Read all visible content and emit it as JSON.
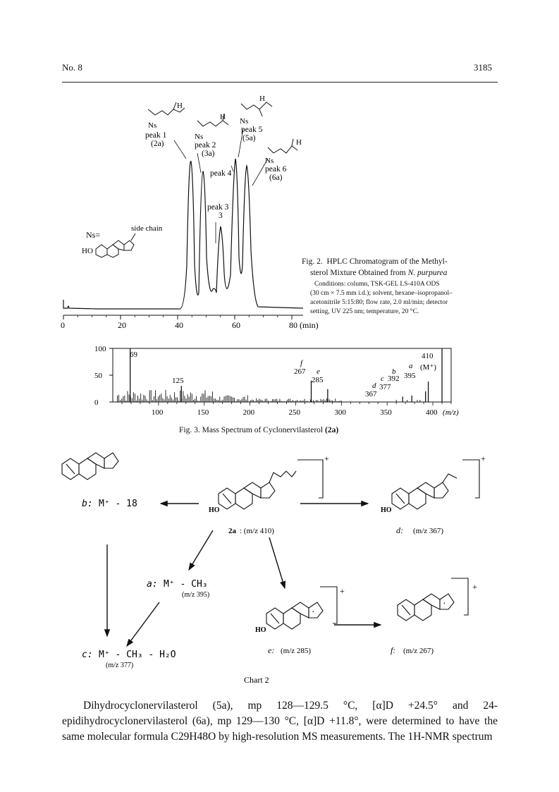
{
  "header": {
    "left": "No. 8",
    "right": "3185"
  },
  "fig2": {
    "caption_label": "Fig. 2.",
    "caption_title_1": "HPLC Chromatogram of the Methyl-",
    "caption_title_2": "sterol Mixture Obtained from",
    "caption_species": "N. purpurea",
    "conditions": [
      "Conditions: column, TSK-GEL LS-410A ODS",
      "(30 cm × 7.5 mm i.d.); solvent, hexane–isopropanol–",
      "acetonitrile 5:15:80; flow rate, 2.0 ml/min; detector",
      "setting, UV 225 nm; temperature, 20 °C."
    ],
    "axis_ticks": [
      "0",
      "20",
      "40",
      "60",
      "80 (min)"
    ],
    "peak_labels": [
      {
        "line1": "peak 1",
        "line2": "(2a)"
      },
      {
        "line1": "peak 2",
        "line2": "(3a)"
      },
      {
        "line1": "peak 3",
        "line2": ""
      },
      {
        "line1": "peak 4",
        "line2": ""
      },
      {
        "line1": "peak 5",
        "line2": "(5a)"
      },
      {
        "line1": "peak 6",
        "line2": "(6a)"
      }
    ],
    "ns_label": "Ns",
    "ns_def": "Ns=",
    "side_chain": "side chain",
    "ho": "HO",
    "h": "H"
  },
  "fig3": {
    "caption": "Fig. 3.  Mass Spectrum of Cyclonervilasterol",
    "caption_compound": "(2a)",
    "yticks": [
      "0",
      "50",
      "100"
    ],
    "xticks": [
      "100",
      "150",
      "200",
      "250",
      "300",
      "350",
      "400"
    ],
    "xunit": "(m/z)",
    "labels": {
      "l69": "69",
      "l125": "125",
      "f": "f",
      "l267": "267",
      "e": "e",
      "l285": "285",
      "b": "b",
      "l392": "392",
      "c": "c",
      "a": "a",
      "l395": "395",
      "d": "d",
      "l377": "377",
      "l367": "367",
      "l410": "410",
      "mplus": "(M⁺)"
    }
  },
  "chart2": {
    "title": "Chart 2",
    "b": {
      "tag": "b:",
      "text": "M⁺ - 18"
    },
    "a": {
      "tag": "a:",
      "text": "M⁺ - CH₃",
      "mz": "(m/z 395)"
    },
    "c": {
      "tag": "c:",
      "text": "M⁺ - CH₃ - H₂O",
      "mz": "(m/z 377)"
    },
    "center": {
      "label": "2a",
      "mz": ": (m/z 410)"
    },
    "d": {
      "tag": "d:",
      "mz": "(m/z 367)"
    },
    "e": {
      "tag": "e:",
      "mz": "(m/z 285)"
    },
    "f": {
      "tag": "f:",
      "mz": "(m/z 267)"
    },
    "ho": "HO",
    "charge": "+",
    "dot": "·"
  },
  "paragraph": "Dihydrocyclonervilasterol (5a), mp 128—129.5 °C, [α]D +24.5° and 24-epidihydrocyclonervilasterol (6a), mp 129—130 °C, [α]D +11.8°, were determined to have the same molecular formula C29H48O by high-resolution MS measurements. The 1H-NMR spectrum"
}
